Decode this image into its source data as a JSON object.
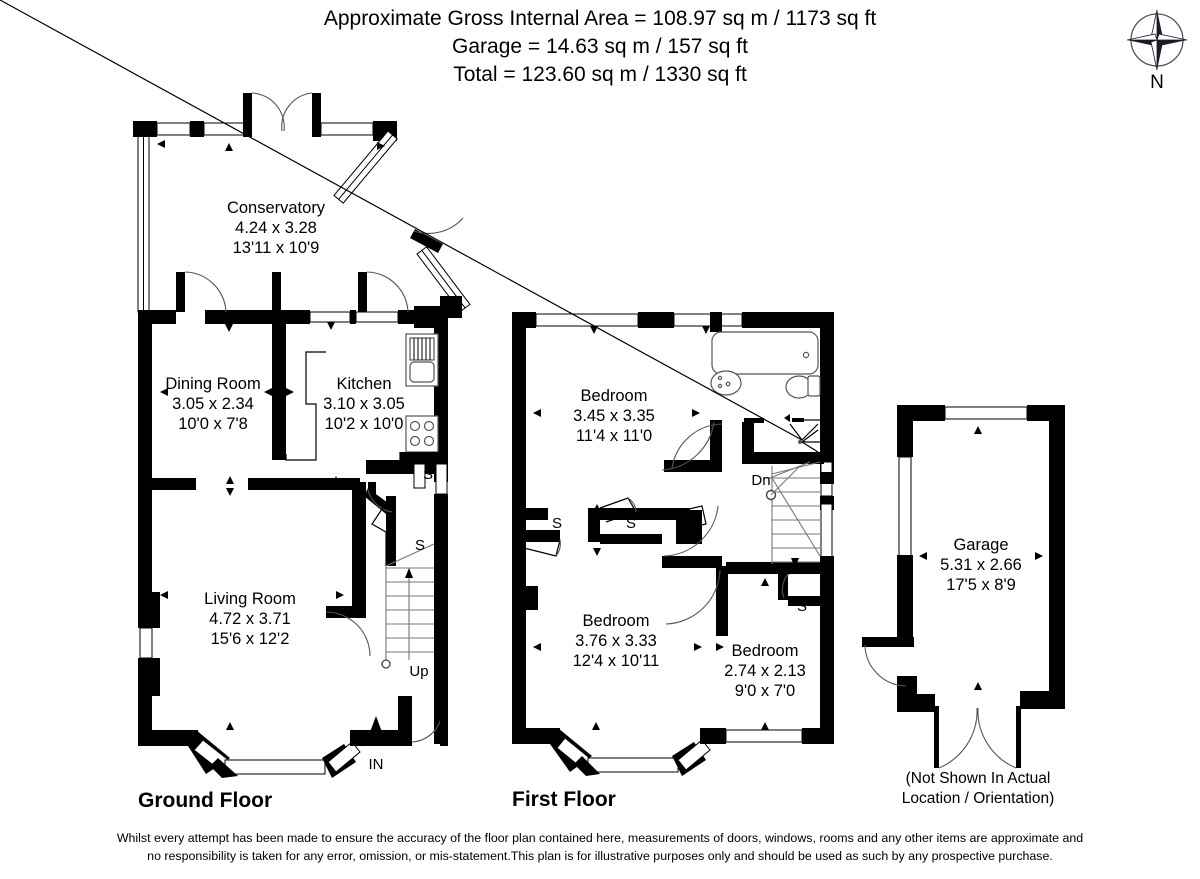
{
  "header": {
    "line1": "Approximate Gross Internal Area = 108.97 sq m / 1173 sq ft",
    "line2": "Garage = 14.63 sq m / 157 sq ft",
    "line3": "Total = 123.60 sq m / 1330 sq ft"
  },
  "compass": {
    "label": "N",
    "icon": "compass-rose-icon"
  },
  "floors": [
    {
      "id": "ground",
      "title": "Ground Floor",
      "rooms": [
        {
          "name": "Conservatory",
          "metric": "4.24 x 3.28",
          "imperial": "13'11 x 10'9"
        },
        {
          "name": "Dining Room",
          "metric": "3.05 x 2.34",
          "imperial": "10'0 x 7'8"
        },
        {
          "name": "Kitchen",
          "metric": "3.10 x 3.05",
          "imperial": "10'2 x 10'0"
        },
        {
          "name": "Living Room",
          "metric": "4.72 x 3.71",
          "imperial": "15'6 x 12'2"
        }
      ],
      "markers": [
        {
          "text": "S",
          "kind": "storage-cupboard"
        },
        {
          "text": "S",
          "kind": "storage-cupboard"
        },
        {
          "text": "Up",
          "kind": "stairs-up"
        },
        {
          "text": "IN",
          "kind": "entrance"
        }
      ]
    },
    {
      "id": "first",
      "title": "First Floor",
      "rooms": [
        {
          "name": "Bedroom",
          "metric": "3.45 x 3.35",
          "imperial": "11'4 x 11'0"
        },
        {
          "name": "Bedroom",
          "metric": "3.76 x 3.33",
          "imperial": "12'4 x 10'11"
        },
        {
          "name": "Bedroom",
          "metric": "2.74 x 2.13",
          "imperial": "9'0 x 7'0"
        }
      ],
      "markers": [
        {
          "text": "S",
          "kind": "storage-cupboard"
        },
        {
          "text": "S",
          "kind": "storage-cupboard"
        },
        {
          "text": "S",
          "kind": "storage-cupboard"
        },
        {
          "text": "S",
          "kind": "storage-cupboard"
        },
        {
          "text": "Dn",
          "kind": "stairs-down"
        }
      ]
    },
    {
      "id": "garage",
      "title": "",
      "rooms": [
        {
          "name": "Garage",
          "metric": "5.31 x 2.66",
          "imperial": "17'5 x 8'9"
        }
      ],
      "note_line1": "(Not Shown In Actual",
      "note_line2": "Location / Orientation)"
    }
  ],
  "disclaimer": {
    "line1": "Whilst every attempt has been made to ensure the accuracy of the floor plan contained here, measurements of doors, windows, rooms and any other items are approximate and",
    "line2": "no responsibility is taken for any error, omission, or mis-statement.This plan is for illustrative purposes only and should be used as such by any prospective purchase."
  },
  "colors": {
    "wall": "#000000",
    "paper": "#ffffff",
    "fixture_stroke": "#555555"
  }
}
